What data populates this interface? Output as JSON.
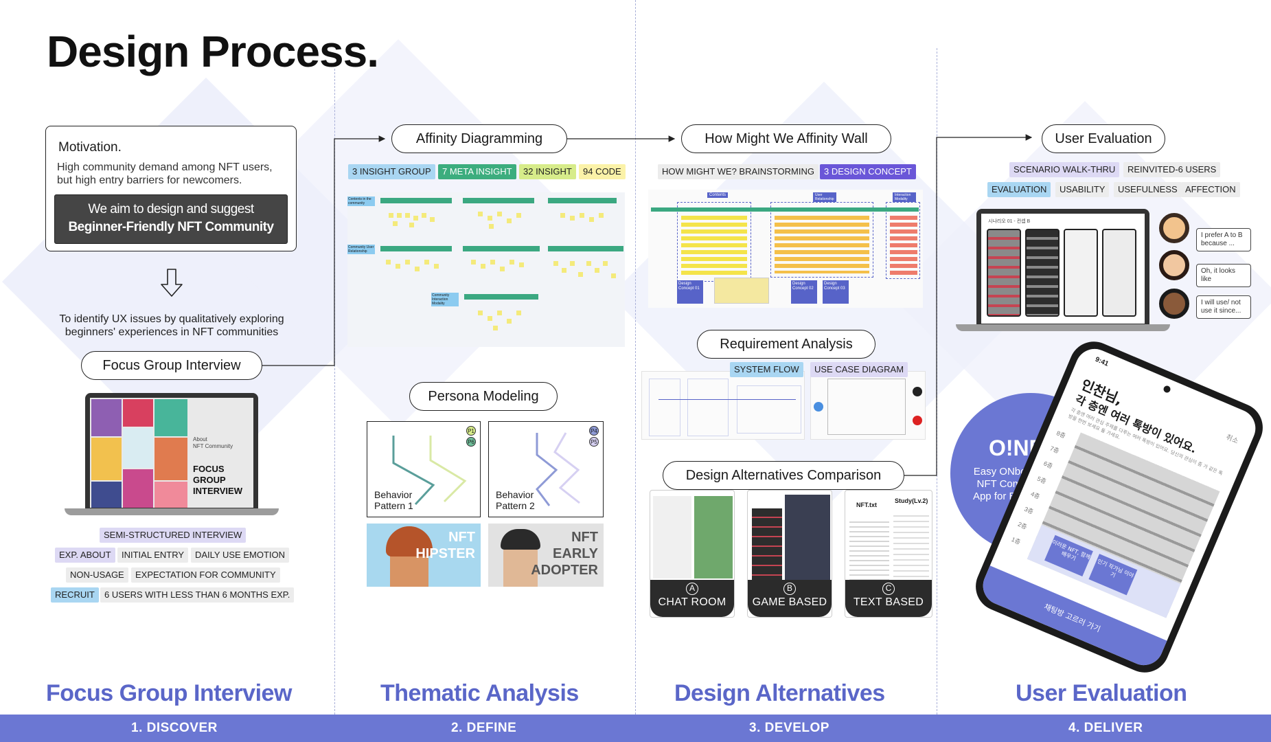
{
  "title": "Design Process.",
  "motivation": {
    "heading": "Motivation.",
    "description": "High community demand among NFT users, but high entry barriers for newcomers.",
    "aim_line1": "We aim to design and suggest",
    "aim_line2": "Beginner-Friendly NFT Community"
  },
  "goal_text": "To identify UX issues by qualitatively exploring beginners' experiences in NFT communities",
  "methods": {
    "fgi": "Focus Group Interview",
    "affinity": "Affinity Diagramming",
    "persona": "Persona Modeling",
    "hmw": "How Might We Affinity Wall",
    "requirement": "Requirement Analysis",
    "alternatives": "Design Alternatives Comparison",
    "user_eval": "User Evaluation"
  },
  "fgi_screen": {
    "about_line1": "About",
    "about_line2": "NFT Community",
    "big_line1": "FOCUS",
    "big_line2": "GROUP",
    "big_line3": "INTERVIEW"
  },
  "fgi_tags": {
    "semi": "SEMI-STRUCTURED INTERVIEW",
    "exp_about": "EXP. ABOUT",
    "initial_entry": "INITIAL ENTRY",
    "daily_use": "DAILY USE EMOTION",
    "non_usage": "NON-USAGE",
    "expectation": "EXPECTATION FOR COMMUNITY",
    "recruit": "RECRUIT",
    "recruit_detail": "6 USERS WITH LESS THAN 6 MONTHS EXP."
  },
  "affinity_tags": {
    "insight_group": "3 INSIGHT GROUP",
    "meta_insight": "7 META INSIGHT",
    "insight": "32 INSIGHT",
    "code": "94 CODE"
  },
  "affinity_board": {
    "label1": "Contents in the community",
    "label2": "Community User Relationship",
    "label3": "Community Interaction Modality"
  },
  "persona": {
    "card1": {
      "label1": "Behavior",
      "label2": "Pattern 1",
      "chip1": "P1",
      "chip2": "P6"
    },
    "card2": {
      "label1": "Behavior",
      "label2": "Pattern 2",
      "chip1": "P4",
      "chip2": "P5"
    },
    "photo1": {
      "line1": "NFT",
      "line2": "HIPSTER"
    },
    "photo2": {
      "line1": "NFT",
      "line2": "EARLY",
      "line3": "ADOPTER"
    }
  },
  "hmw_tags": {
    "brainstorm": "HOW MIGHT WE? BRAINSTORMING",
    "concept": "3 DESIGN CONCEPT"
  },
  "hmw_board": {
    "c1": "Contents",
    "c2": "User Relationship",
    "c3": "Interaction Modality",
    "dc1": "Design Concept 01",
    "dc2": "Design Concept 02",
    "dc3": "Design Concept 03"
  },
  "req_tags": {
    "system_flow": "SYSTEM FLOW",
    "use_case": "USE CASE DIAGRAM"
  },
  "alternatives": [
    {
      "letter": "A",
      "label": "CHAT ROOM"
    },
    {
      "letter": "B",
      "label": "GAME BASED"
    },
    {
      "letter": "C",
      "label": "TEXT BASED"
    }
  ],
  "alt_text_card": {
    "title1": "NFT.txt",
    "title2": "Study(Lv.2)"
  },
  "eval_tags": {
    "scenario": "SCENARIO WALK-THRU",
    "reinvited": "REINVITED-6 USERS",
    "evaluation": "EVALUATION",
    "usability": "USABILITY",
    "usefulness": "USEFULNESS",
    "affection": "AFFECTION"
  },
  "eval_screen_title": "시나리오 01 - 컨셉 B",
  "quotes": [
    "I prefer A to B because ...",
    "Oh, it looks like",
    "I will use/ not use it since..."
  ],
  "onft": {
    "title": "O!NFT?",
    "sub1": "Easy ONboarding",
    "sub2": "NFT Community",
    "sub3": "App for Beginners"
  },
  "phone": {
    "greeting": "인찬님,",
    "headline": "각 층엔 여러 톡방이 있어요.",
    "subtext": "각 층엔 여러 관심 주제를 다루는 여러 톡방이 있어요. 당신의 관심이 좀 가 같은 톡방을 한번 보세요 둘 가세요.",
    "cancel": "취소",
    "floors": [
      "8층",
      "7층",
      "6층",
      "5층",
      "4층",
      "3층",
      "2층",
      "1층"
    ],
    "room1": "이러운 NFT, 함께 배우기",
    "room2": "인기 작가님 이야기",
    "cta": "채팅방 고르러 가기",
    "status_time": "9:41"
  },
  "stages": [
    "Focus Group Interview",
    "Thematic Analysis",
    "Design Alternatives",
    "User Evaluation"
  ],
  "phases": [
    "1. DISCOVER",
    "2. DEFINE",
    "3. DEVELOP",
    "4. DELIVER"
  ],
  "colors": {
    "accent": "#6b77d3",
    "stage_text": "#5a66c8",
    "background_diamond": "#eef0fb",
    "insight_group_tag": "#a9d6f2",
    "meta_insight_tag": "#3cad7e",
    "insight_tag": "#d7ec8a",
    "code_tag": "#fbf2a8",
    "design_concept_tag": "#6a56d8",
    "semi_structured_tag": "#ddd9f4",
    "onft_circle": "#6b77d3"
  }
}
